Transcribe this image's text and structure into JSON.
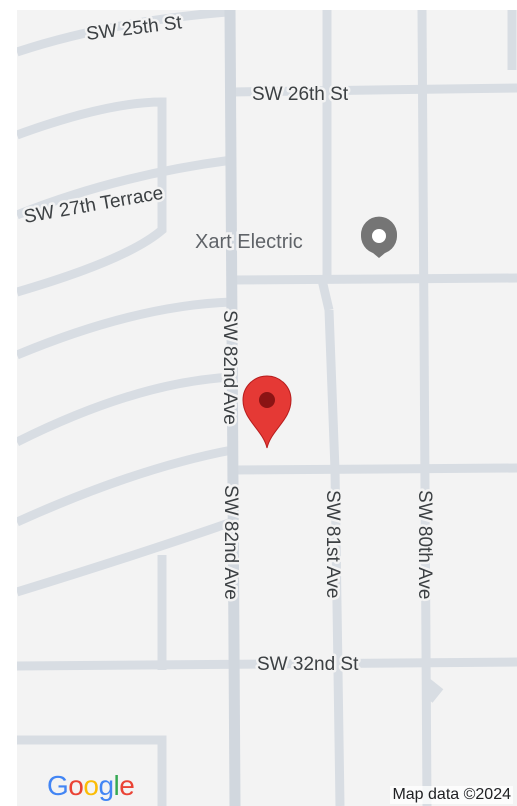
{
  "map": {
    "streets": {
      "sw_25th_st": "SW 25th St",
      "sw_26th_st": "SW 26th St",
      "sw_27th_terrace": "SW 27th Terrace",
      "sw_82nd_ave_upper": "SW 82nd Ave",
      "sw_82nd_ave_lower": "SW 82nd Ave",
      "sw_81st_ave": "SW 81st Ave",
      "sw_80th_ave": "SW 80th Ave",
      "sw_32nd_st": "SW 32nd St"
    },
    "poi": {
      "name": "Xart Electric",
      "icon": "place-marker-icon",
      "color": "#757575"
    },
    "pin": {
      "icon": "map-pin-icon",
      "color": "#e53935"
    },
    "colors": {
      "background": "#f3f3f3",
      "road": "#d8dde3"
    }
  },
  "logo": {
    "letters": [
      "G",
      "o",
      "o",
      "g",
      "l",
      "e"
    ]
  },
  "attribution": "Map data ©2024"
}
